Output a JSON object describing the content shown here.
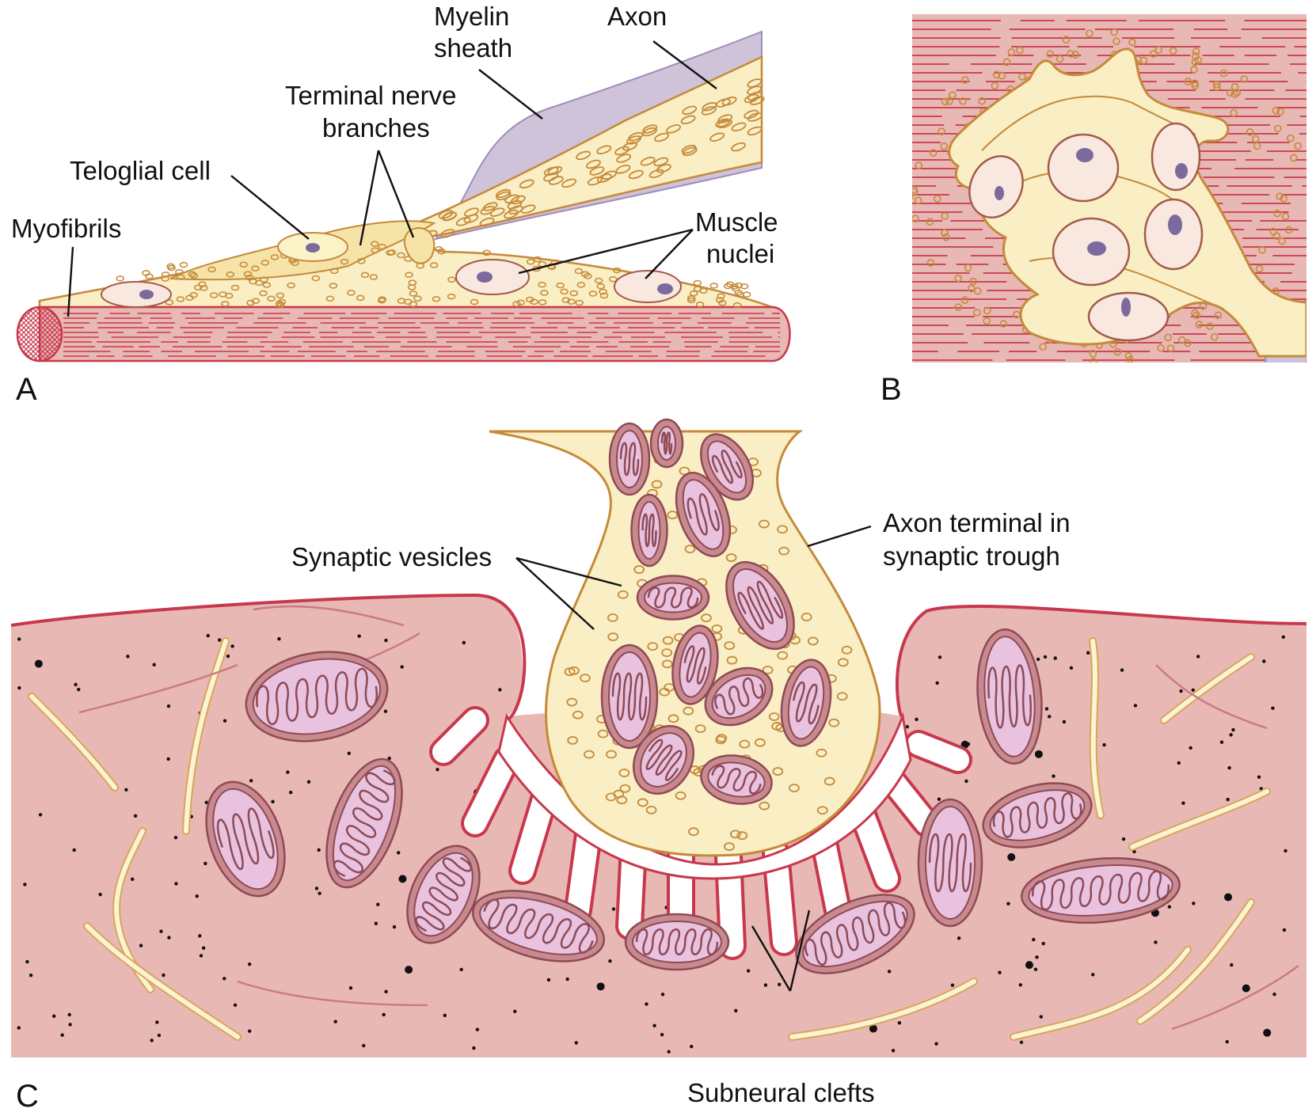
{
  "panels": {
    "a": {
      "letter": "A",
      "labels": {
        "myelin_1": "Myelin",
        "myelin_2": "sheath",
        "axon": "Axon",
        "terminal_1": "Terminal nerve",
        "terminal_2": "branches",
        "teloglial": "Teloglial cell",
        "myofibrils": "Myofibrils",
        "muscle_1": "Muscle",
        "muscle_2": "nuclei"
      }
    },
    "b": {
      "letter": "B"
    },
    "c": {
      "letter": "C",
      "labels": {
        "synaptic_vesicles": "Synaptic vesicles",
        "axon_terminal_1": "Axon terminal in",
        "axon_terminal_2": "synaptic trough",
        "subneural_clefts": "Subneural clefts"
      }
    }
  },
  "colors": {
    "muscle_fill": "#e8b8b4",
    "muscle_line": "#c8384c",
    "axoplasm_fill": "#f9eec4",
    "axon_outline": "#c58a3a",
    "myelin_fill": "#cfc3d9",
    "mito_outer": "#c98a8f",
    "mito_inner": "#e8c2de",
    "nucleus_fill": "#f8e8df",
    "nucleolus": "#7b6a9b"
  }
}
